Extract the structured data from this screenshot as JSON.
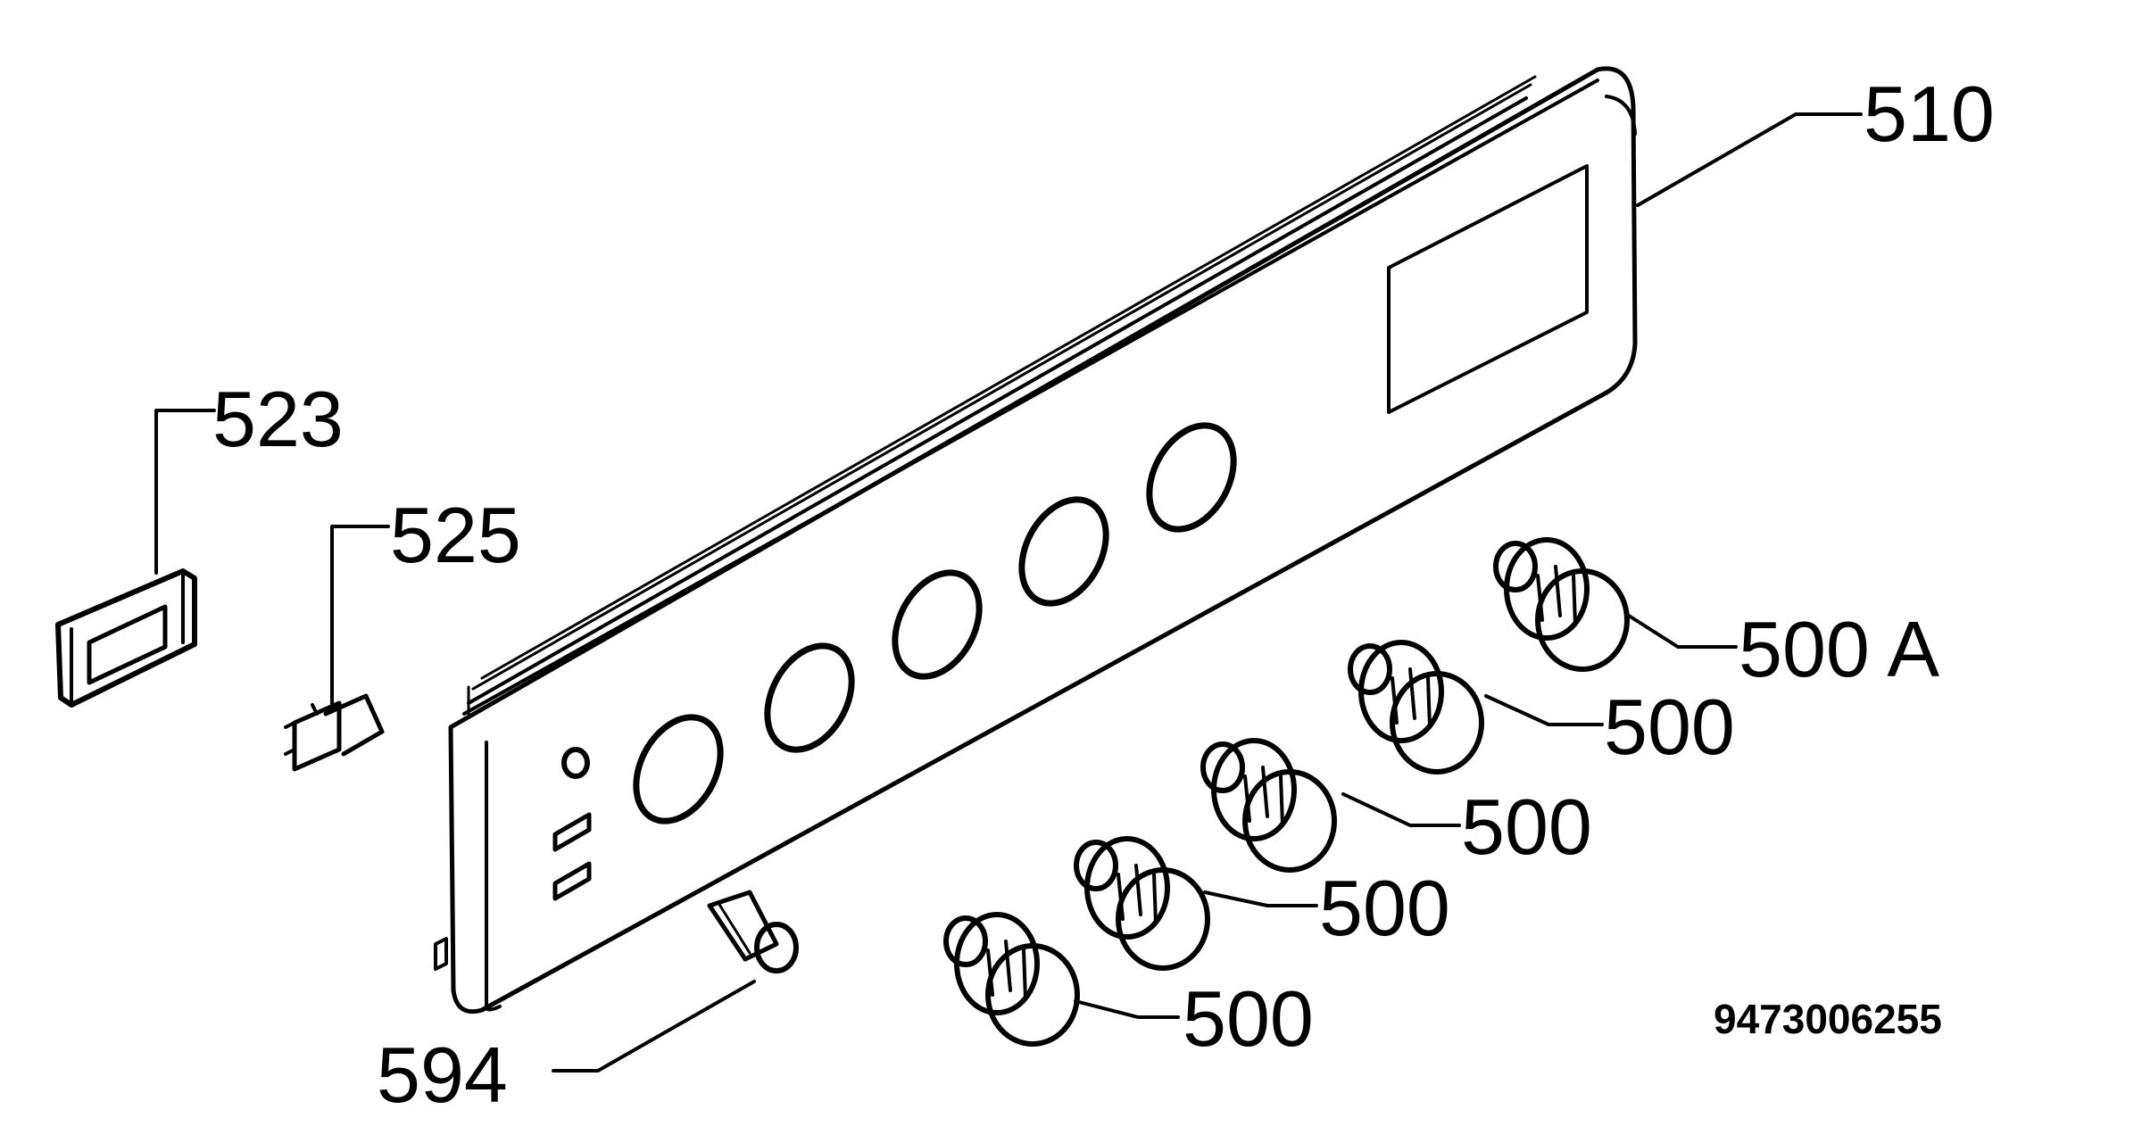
{
  "diagram": {
    "drawing_number": "9473006255",
    "colors": {
      "line": "#000000",
      "background": "#ffffff"
    },
    "callouts": {
      "panel": "510",
      "indicator_frame": "523",
      "switch": "525",
      "lamp_holder": "594",
      "knob_1": "500",
      "knob_2": "500",
      "knob_3": "500",
      "knob_4": "500",
      "knob_5": "500 A"
    }
  }
}
